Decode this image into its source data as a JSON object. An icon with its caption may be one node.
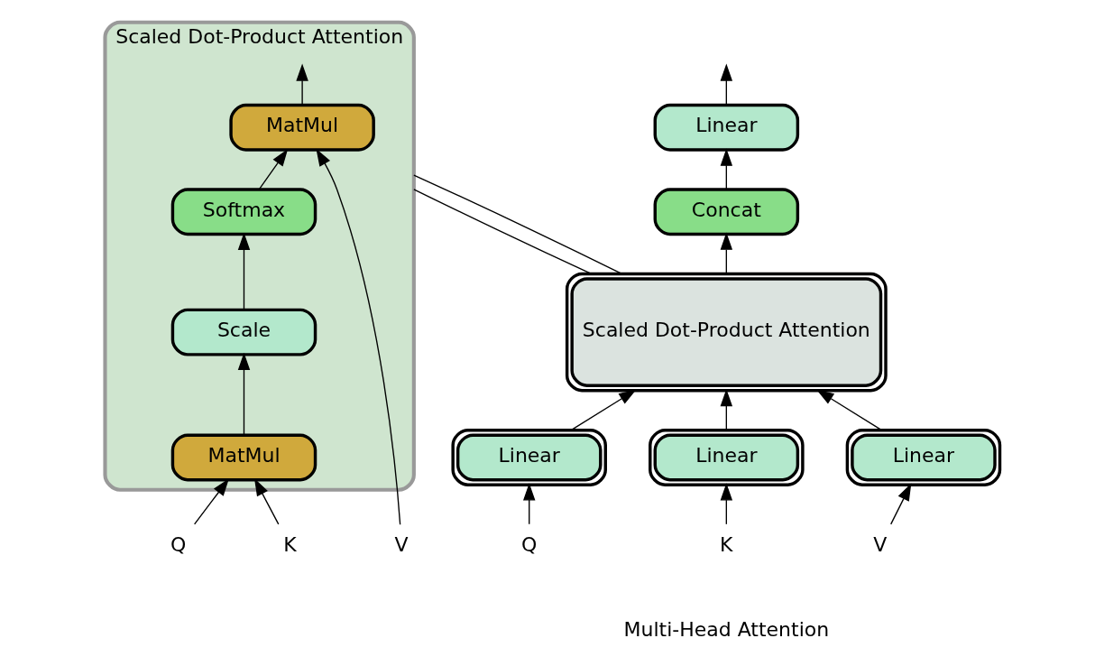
{
  "diagram": {
    "nodes": [
      {
        "text": [
          "Scaled Dot-Product Attention"
        ]
      },
      {
        "text": [
          "MatMul"
        ],
        "in": 0
      },
      {
        "text": [
          "Softmax"
        ],
        "in": 0
      },
      {
        "text": [
          "Scale"
        ],
        "in": 0
      },
      {
        "text": [
          "MatMul"
        ],
        "in": 0
      },
      {
        "text": [
          "Q"
        ]
      },
      {
        "text": [
          "K"
        ]
      },
      {
        "text": [
          "V"
        ]
      },
      {
        "text": [
          "Linear"
        ]
      },
      {
        "text": [
          "Concat"
        ]
      },
      {
        "text": [
          "Scaled Dot-Product Attention"
        ]
      },
      {
        "text": [
          "Linear"
        ]
      },
      {
        "text": [
          "Linear"
        ]
      },
      {
        "text": [
          "Linear"
        ]
      },
      {
        "text": [
          "Q"
        ]
      },
      {
        "text": [
          "K"
        ]
      },
      {
        "text": [
          "V"
        ]
      }
    ],
    "edges": [
      {
        "from": 5,
        "to": 4,
        "arrow": "to"
      },
      {
        "from": 6,
        "to": 4,
        "arrow": "to"
      },
      {
        "from": 4,
        "to": 3,
        "arrow": "to"
      },
      {
        "from": 3,
        "to": 2,
        "arrow": "to"
      },
      {
        "from": 2,
        "to": 1,
        "arrow": "to"
      },
      {
        "from": 7,
        "to": 1,
        "arrow": "to"
      },
      {
        "from": 1,
        "to": null,
        "arrow": "to"
      },
      {
        "from": 0,
        "to": 10,
        "arrow": "none"
      },
      {
        "from": 0,
        "to": 10,
        "arrow": "none"
      },
      {
        "from": 14,
        "to": 11,
        "arrow": "to"
      },
      {
        "from": 15,
        "to": 12,
        "arrow": "to"
      },
      {
        "from": 16,
        "to": 13,
        "arrow": "to"
      },
      {
        "from": 11,
        "to": 10,
        "arrow": "to"
      },
      {
        "from": 12,
        "to": 10,
        "arrow": "to"
      },
      {
        "from": 13,
        "to": 10,
        "arrow": "to"
      },
      {
        "from": 10,
        "to": 9,
        "arrow": "to"
      },
      {
        "from": 9,
        "to": 8,
        "arrow": "to"
      },
      {
        "from": 8,
        "to": null,
        "arrow": "to"
      }
    ],
    "labels": [
      "Multi-Head Attention"
    ]
  }
}
